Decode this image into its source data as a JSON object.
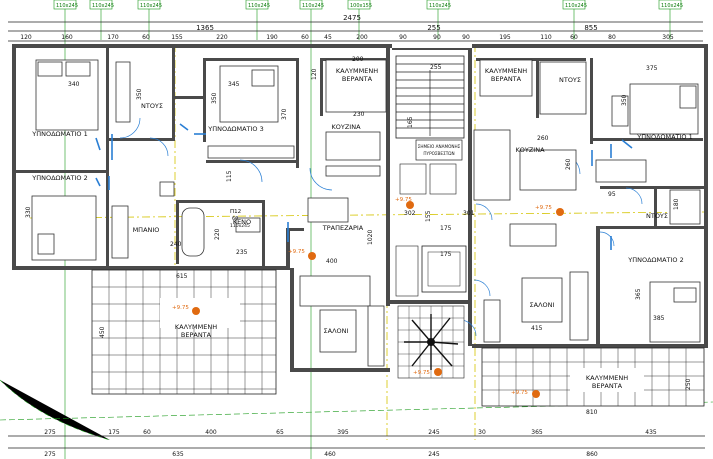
{
  "tags": [
    "110x245",
    "110x245",
    "110x245",
    "110x245",
    "110x245",
    "100x155",
    "110x245",
    "110x245",
    "110x245"
  ],
  "dims_top_total": [
    "2475"
  ],
  "dims_top_mid": [
    "1365",
    "255",
    "855"
  ],
  "dims_top": [
    "120",
    "160",
    "170",
    "60",
    "155",
    "220",
    "190",
    "60",
    "45",
    "200",
    "90",
    "90",
    "90",
    "195",
    "110",
    "60",
    "80",
    "305"
  ],
  "dims_bottom_1": [
    "275",
    "175",
    "60",
    "400",
    "65",
    "395",
    "245",
    "30",
    "365",
    "435"
  ],
  "dims_bottom_2": [
    "275",
    "635",
    "460",
    "245",
    "860"
  ],
  "rooms": {
    "bed1_left": "ΥΠΝΟΔΩΜΑΤΙΟ 1",
    "bed2_left": "ΥΠΝΟΔΩΜΑΤΙΟ 2",
    "bed3_left": "ΥΠΝΟΔΩΜΑΤΙΟ 3",
    "shower_left": "ΝΤΟΥΣ",
    "bath_left": "ΜΠΑΝΙΟ",
    "void": "ΚΕΝΟ",
    "veranda_left_top": "ΚΑΛΥΜΜΕΝΗ",
    "veranda_left_bottom": "ΒΕΡΑΝΤΑ",
    "kitchen_left": "ΚΟΥΖΙΝΑ",
    "dining": "ΤΡΑΠΕΖΑΡΙΑ",
    "living_left": "ΣΑΛΟΝΙ",
    "veranda_mid_top": "ΚΑΛΥΜΜΕΝΗ",
    "veranda_mid_bottom": "ΒΕΡΑΝΤΑ",
    "fire_line1": "ΣΗΜΕΙΟ ΑΝΑΜΟΝΗΣ",
    "fire_line2": "ΠΥΡΟΣΒΕΣΤΩΝ",
    "veranda_right_top": "ΚΑΛΥΜΜΕΝΗ",
    "veranda_right_bottom": "ΒΕΡΑΝΤΑ",
    "shower_right_top": "ΝΤΟΥΣ",
    "bed1_right": "ΥΠΝΟΔΩΜΑΤΙΟ 1",
    "kitchen_right": "ΚΟΥΖΙΝΑ",
    "shower_right": "ΝΤΟΥΣ",
    "bed2_right": "ΥΠΝΟΔΩΜΑΤΙΟ 2",
    "living_right": "ΣΑΛΟΝΙ",
    "veranda_bottom_top": "ΚΑΛΥΜΜΕΝΗ",
    "veranda_bottom_bottom": "ΒΕΡΑΝΤΑ"
  },
  "inner_dims": {
    "d340": "340",
    "d350a": "350",
    "d345": "345",
    "d350b": "350",
    "d370": "370",
    "d230": "230",
    "d200": "200",
    "d120": "120",
    "d165": "165",
    "d255": "255",
    "d375": "375",
    "d350r": "350",
    "d260a": "260",
    "d260b": "260",
    "d95": "95",
    "d180": "180",
    "d330": "330",
    "d240": "240",
    "d115": "115",
    "d220": "220",
    "d235": "235",
    "d1020": "1020",
    "d175a": "175",
    "d175b": "175",
    "d155": "155",
    "d400": "400",
    "d615": "615",
    "d450": "450",
    "d415": "415",
    "d365": "365",
    "d385": "385",
    "d250": "250",
    "d810": "810"
  },
  "pi2": {
    "t": "Π12",
    "a": "60",
    "b": "110x245"
  },
  "stairs": {
    "left": "302",
    "right": "301"
  },
  "levels": [
    "+9.75",
    "+9.75",
    "+9.75",
    "+9.75",
    "+9.75",
    "+9.75"
  ]
}
